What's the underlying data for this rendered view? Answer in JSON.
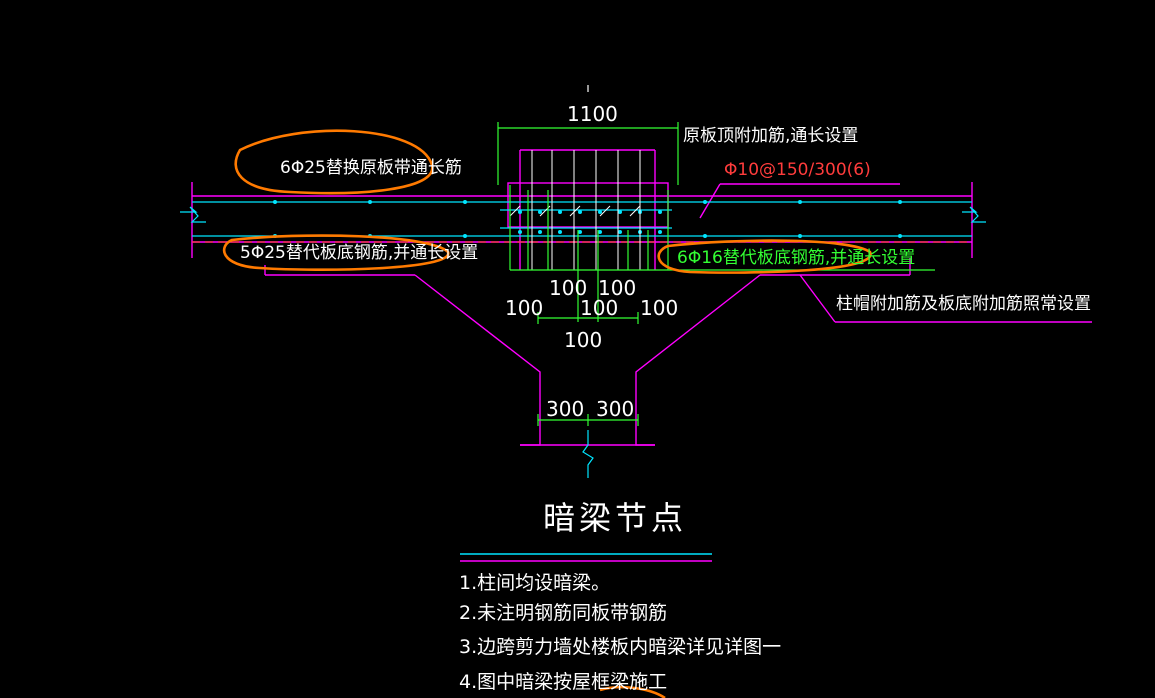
{
  "diagram": {
    "labels": {
      "top_span": "1100",
      "top_note": "原板顶附加筋,通长设置",
      "stirrup": "Φ10@150/300(6)",
      "top_bars": "6Φ25替换原板带通长筋",
      "bottom_left_bars": "5Φ25替代板底钢筋,并通长设置",
      "bottom_right_bars": "6Φ16替代板底钢筋,并通长设置",
      "cap_note": "柱帽附加筋及板底附加筋照常设置"
    },
    "dimensions": {
      "d1": "100",
      "d2": "100",
      "d3": "100",
      "d4": "100",
      "d5": "100",
      "d6": "100",
      "col_left": "300",
      "col_right": "300"
    },
    "title": "暗梁节点",
    "notes": [
      "1.柱间均设暗梁。",
      "2.未注明钢筋同板带钢筋",
      "3.边跨剪力墙处楼板内暗梁详见详图一",
      "4.图中暗梁按屋框梁施工"
    ],
    "colors": {
      "background": "#000000",
      "slab": "#ff00ff",
      "rebar": "#00e5ff",
      "dimension": "#33ff33",
      "text": "#ffffff",
      "annotation": "#ff3c3c",
      "highlight": "#ff7a00"
    }
  }
}
